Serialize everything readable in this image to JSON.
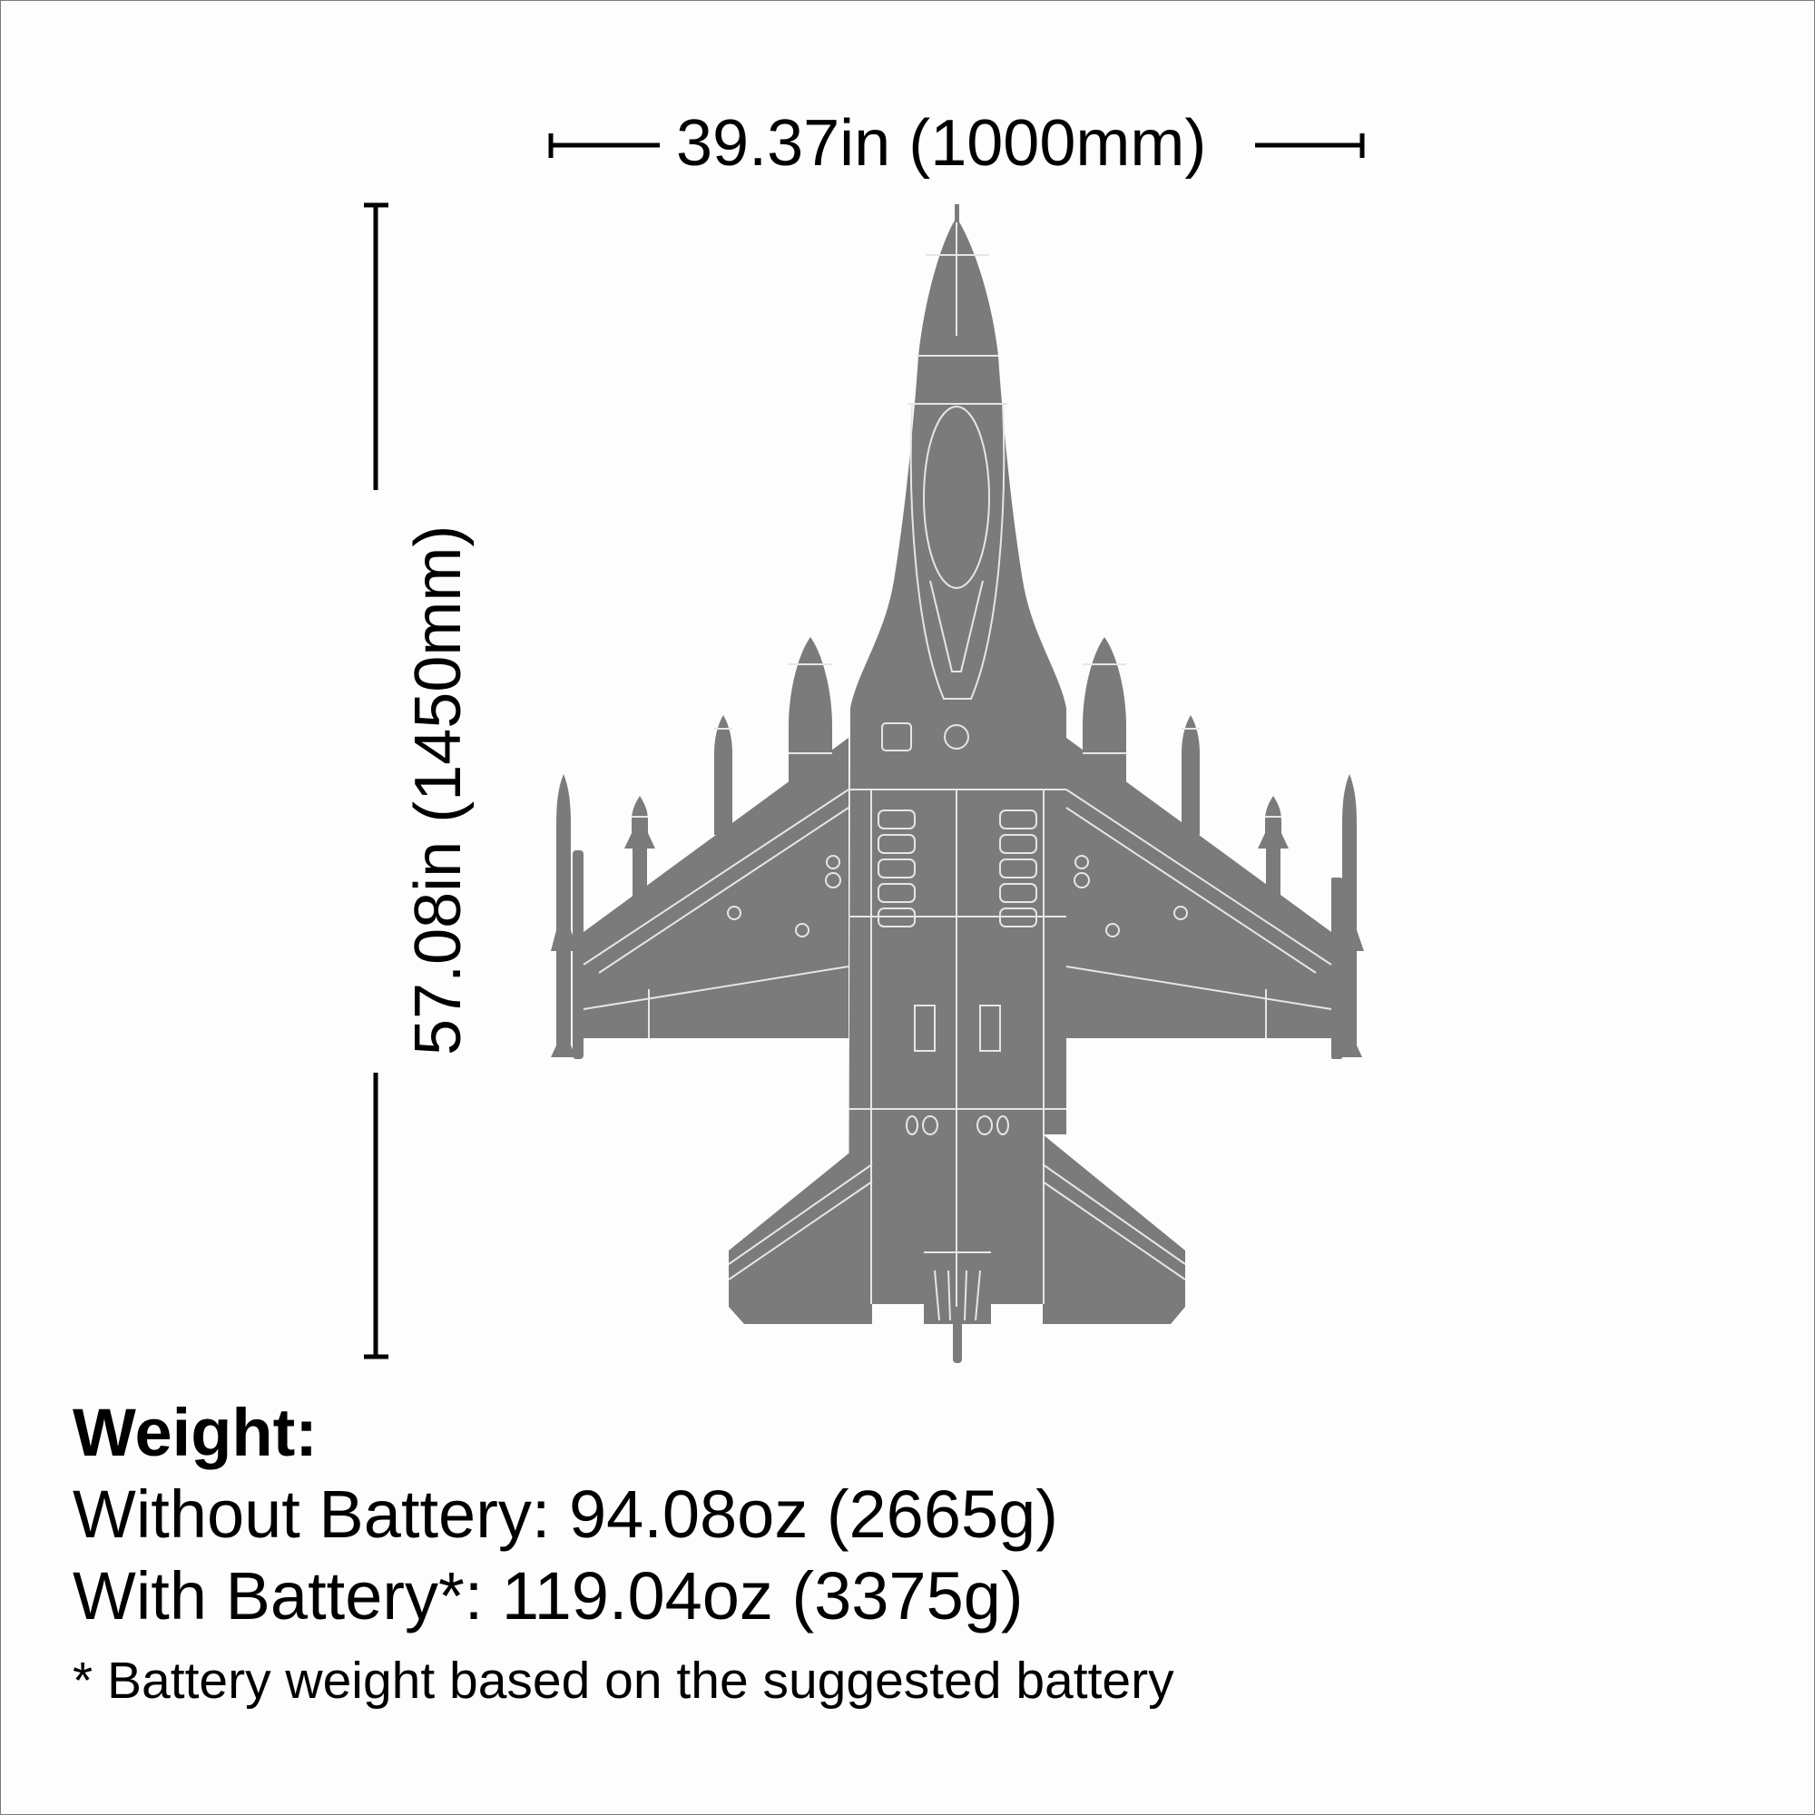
{
  "dimensions": {
    "wingspan_label": "39.37in (1000mm)",
    "length_label": "57.08in (1450mm)"
  },
  "weight": {
    "title": "Weight:",
    "without_battery": "Without Battery: 94.08oz (2665g)",
    "with_battery": "With Battery*: 119.04oz (3375g)",
    "footnote": "* Battery weight based on the suggested battery"
  },
  "aircraft": {
    "view": "top-view-silhouette",
    "icon": "jet-fighter-icon",
    "fill_color": "#7b7b7b",
    "panel_line_color": "#e6e6e6"
  },
  "colors": {
    "text": "#000000",
    "background": "#fdfdfd",
    "border": "#7a7a7a",
    "dimension_line": "#000000"
  }
}
